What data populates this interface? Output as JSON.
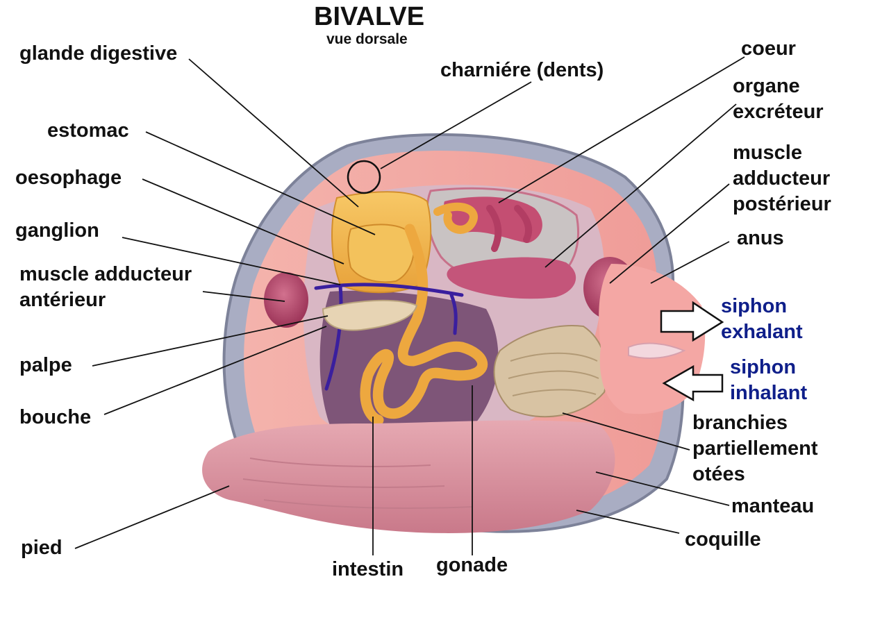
{
  "title": "BIVALVE",
  "subtitle": "vue dorsale",
  "labels": {
    "glande_digestive": "glande digestive",
    "charniere": "charniére (dents)",
    "coeur": "coeur",
    "organe_1": "organe",
    "organe_2": "excréteur",
    "estomac": "estomac",
    "oesophage": "oesophage",
    "muscle_post_1": "muscle",
    "muscle_post_2": "adducteur",
    "muscle_post_3": "postérieur",
    "ganglion": "ganglion",
    "anus": "anus",
    "muscle_ant_1": "muscle adducteur",
    "muscle_ant_2": "antérieur",
    "siphon_ex_1": "siphon",
    "siphon_ex_2": "exhalant",
    "siphon_in_1": "siphon",
    "siphon_in_2": "inhalant",
    "palpe": "palpe",
    "bouche": "bouche",
    "branchies_1": "branchies",
    "branchies_2": "partiellement",
    "branchies_3": "otées",
    "manteau": "manteau",
    "coquille": "coquille",
    "pied": "pied",
    "intestin": "intestin",
    "gonade": "gonade"
  },
  "colors": {
    "text": "#111111",
    "siphon_text": "#0f1f8a",
    "shell": "#9fa4bc",
    "mantle": "#f2a8a3",
    "foot": "#dc9ba6",
    "digestive_gland": "#f2b84c",
    "intestine": "#eda83f",
    "gonad": "#7e5578",
    "muscle": "#b5486a",
    "gills": "#d8c3a3",
    "nerve": "#3a1f9e"
  }
}
